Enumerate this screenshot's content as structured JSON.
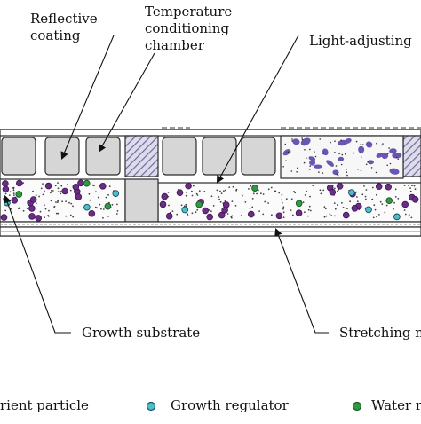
{
  "labels": {
    "reflective_coating": [
      "Reflective",
      "coating"
    ],
    "temperature_chamber": [
      "Temperature",
      "conditioning",
      "chamber"
    ],
    "light_adjusting": "Light-adjusting",
    "growth_substrate": "Growth substrate",
    "stretching_net": "Stretching ne"
  },
  "legend": [
    {
      "label": "rient particle",
      "icon": "nutrient-particle-icon"
    },
    {
      "label": "Growth regulator",
      "icon": "growth-regulator-icon",
      "color": "#4cc1c4"
    },
    {
      "label": "Water r",
      "icon": "water-retainer-icon",
      "color": "#2f9a3f"
    }
  ],
  "colors": {
    "outline": "#2b2b2b",
    "cell_fill": "#d6d6d6",
    "hatch": "#6f6a99",
    "nutrient": "#6b2c86",
    "regulator": "#4cc1c4",
    "water_retainer": "#2f9a3f",
    "light_particle": "#6b55b2",
    "net": "#8a8a8a"
  }
}
